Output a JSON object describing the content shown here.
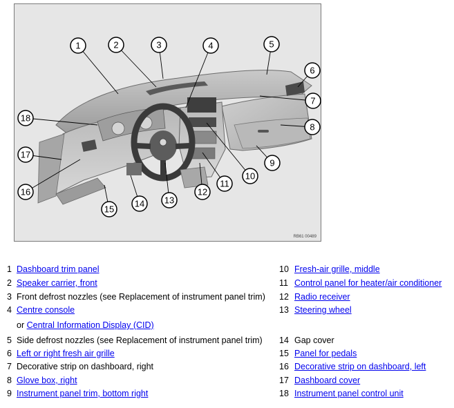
{
  "figure": {
    "code": "RB61 00489",
    "callouts": [
      "1",
      "2",
      "3",
      "4",
      "5",
      "6",
      "7",
      "8",
      "9",
      "10",
      "11",
      "12",
      "13",
      "14",
      "15",
      "16",
      "17",
      "18"
    ]
  },
  "legend": {
    "left": [
      {
        "num": "1",
        "parts": [
          {
            "text": "Dashboard trim panel",
            "link": true
          }
        ]
      },
      {
        "num": "2",
        "parts": [
          {
            "text": "Speaker carrier, front",
            "link": true
          }
        ]
      },
      {
        "num": "3",
        "parts": [
          {
            "text": "Front defrost nozzles (see Replacement of instrument panel trim)",
            "link": false
          }
        ]
      },
      {
        "num": "4",
        "parts": [
          {
            "text": "Centre console",
            "link": true
          }
        ]
      },
      {
        "num": "",
        "parts": [
          {
            "text": "or ",
            "link": false
          },
          {
            "text": "Central Information Display (CID)",
            "link": true
          }
        ]
      },
      {
        "num": "5",
        "parts": [
          {
            "text": "Side defrost nozzles (see Replacement of instrument panel trim)",
            "link": false
          }
        ]
      },
      {
        "num": "6",
        "parts": [
          {
            "text": "Left or right fresh air grille",
            "link": true
          }
        ]
      },
      {
        "num": "7",
        "parts": [
          {
            "text": "Decorative strip on dashboard, right",
            "link": false
          }
        ]
      },
      {
        "num": "8",
        "parts": [
          {
            "text": "Glove box, right",
            "link": true
          }
        ]
      },
      {
        "num": "9",
        "parts": [
          {
            "text": "Instrument panel trim, bottom right",
            "link": true
          }
        ]
      }
    ],
    "right": [
      {
        "num": "10",
        "parts": [
          {
            "text": "Fresh-air grille, middle",
            "link": true
          }
        ]
      },
      {
        "num": "11",
        "parts": [
          {
            "text": "Control panel for heater/air conditioner",
            "link": true
          }
        ]
      },
      {
        "num": "12",
        "parts": [
          {
            "text": "Radio receiver",
            "link": true
          }
        ]
      },
      {
        "num": "13",
        "parts": [
          {
            "text": "Steering wheel",
            "link": true
          }
        ]
      },
      {
        "num": "",
        "parts": []
      },
      {
        "num": "14",
        "parts": [
          {
            "text": "Gap cover",
            "link": false
          }
        ]
      },
      {
        "num": "15",
        "parts": [
          {
            "text": "Panel for pedals",
            "link": true
          }
        ]
      },
      {
        "num": "16",
        "parts": [
          {
            "text": "Decorative strip on dashboard, left",
            "link": true
          }
        ]
      },
      {
        "num": "17",
        "parts": [
          {
            "text": "Dashboard cover",
            "link": true
          }
        ]
      },
      {
        "num": "18",
        "parts": [
          {
            "text": "Instrument panel control unit",
            "link": true
          }
        ]
      }
    ]
  }
}
